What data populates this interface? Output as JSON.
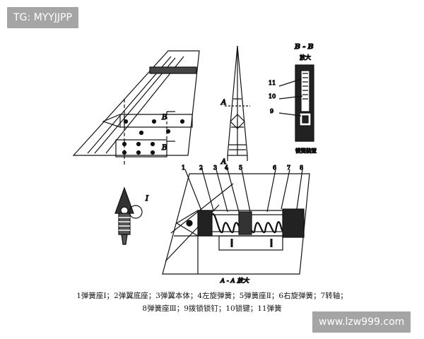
{
  "watermark_top": "TG: MYYJJPP",
  "watermark_bottom": "www.lzw999.com",
  "caption_line1": "1弹簧座Ⅰ；2弹翼底座；3弹翼本体；4左旋弹簧；5弹簧座Ⅱ；6右旋弹簧；7转轴；",
  "caption_line2": "8弹簧座Ⅲ；9拨锁锁钉；10锁键；11弹簧",
  "labels": {
    "section_bb": "B - B",
    "enlarge_bb": "放大",
    "lock_device": "锁簧装置",
    "section_aa": "A - A 放大",
    "B": "B",
    "A": "A",
    "I": "I",
    "n1": "1",
    "n2": "2",
    "n3": "3",
    "n4": "4",
    "n5": "5",
    "n6": "6",
    "n7": "7",
    "n8": "8",
    "n9": "9",
    "n10": "10",
    "n11": "11"
  }
}
